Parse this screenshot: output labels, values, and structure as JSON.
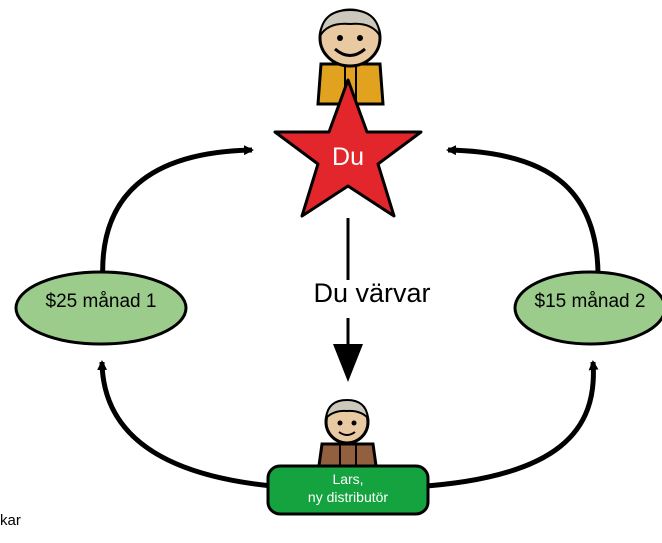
{
  "diagram": {
    "center_label": "Du",
    "recruit_label": "Du värvar",
    "left_bubble": "$25 månad 1",
    "right_bubble": "$15 månad 2",
    "new_member": {
      "name": "Lars,",
      "role": "ny distributör"
    },
    "corner_fragment": "kar"
  },
  "colors": {
    "star": "#e3262b",
    "bubble": "#9ccc8c",
    "member_box": "#15a340",
    "top_person_shirt": "#e0a21f",
    "bottom_person_shirt": "#93603f",
    "hair": "#ccc8bc",
    "skin": "#e8c9a2"
  },
  "icons": [
    "star-icon",
    "person-top-icon",
    "person-bottom-icon"
  ]
}
